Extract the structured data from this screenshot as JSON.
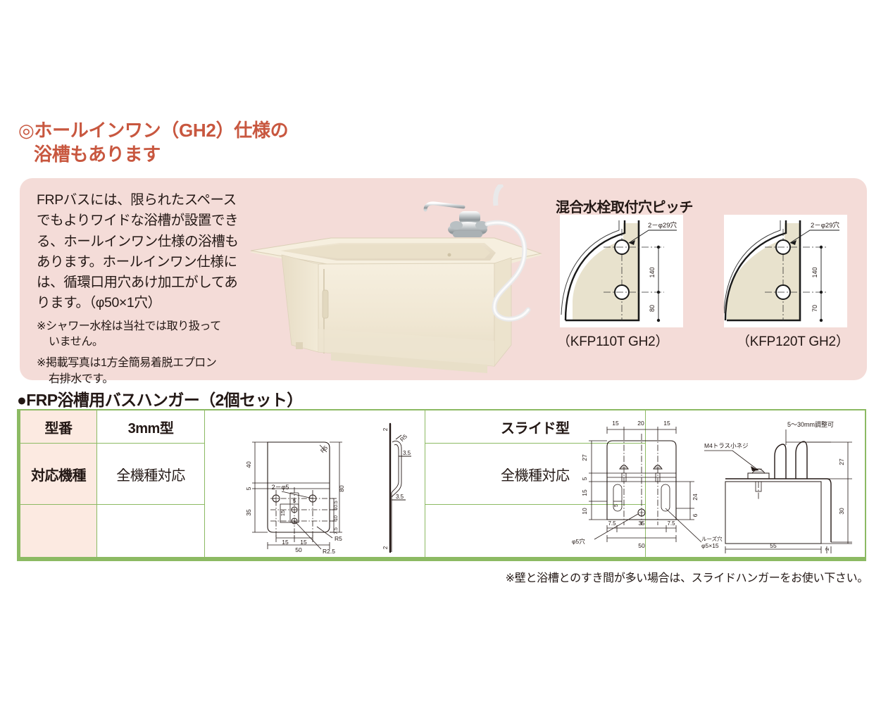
{
  "heading": {
    "marker": "◎",
    "line1": "ホールインワン（GH2）仕様の",
    "line2": "浴槽もあります"
  },
  "gh2_panel": {
    "body": "FRPバスには、限られたスペースでもよりワイドな浴槽が設置できる、ホールインワン仕様の浴槽もあります。ホールインワン仕様には、循環口用穴あけ加工がしてあります。（φ50×1穴）",
    "note1_line1": "※シャワー水栓は当社では取り扱って",
    "note1_line2": "いません。",
    "note2_line1": "※掲載写真は1方全簡易着脱エプロン",
    "note2_line2": "右排水です。",
    "photo_alt": "FRP浴槽（ホールインワン仕様）写真"
  },
  "pitch": {
    "title": "混合水栓取付穴ピッチ",
    "figures": [
      {
        "caption": "（KFP110T GH2）",
        "hole_label": "2－φ29穴",
        "dim_upper": "140",
        "dim_lower": "80"
      },
      {
        "caption": "（KFP120T GH2）",
        "hole_label": "2－φ29穴",
        "dim_upper": "140",
        "dim_lower": "70"
      }
    ]
  },
  "hanger": {
    "heading": "●FRP浴槽用バスハンガー（2個セット）",
    "rows": [
      {
        "header": "型番",
        "type_a": "3mm型",
        "type_b": "スライド型"
      },
      {
        "header": "対応機種",
        "type_a": "全機種対応",
        "type_b": "全機種対応"
      },
      {
        "header": "",
        "type_a": "",
        "type_b": ""
      }
    ],
    "footnote": "※壁と浴槽とのすき間が多い場合は、スライドハンガーをお使い下さい。",
    "drawing_3mm": {
      "dim_40": "40",
      "dim_5": "5",
      "dim_35": "35",
      "dim_80": "80",
      "hole_label": "2－φ5",
      "dim_15a": "15",
      "dim_15b": "15",
      "dim_50": "50",
      "dim_5inner": "5",
      "dim_15inner": "15",
      "r5_corner": "R5",
      "r5_lead": "R5",
      "r25_lead": "R2.5",
      "dim_75": "7.5",
      "dim_10": "10",
      "dim_105": "10.5",
      "side_t_top": "2",
      "side_t_bot": "2",
      "side_r5": "R5",
      "side_35a": "3.5",
      "side_35b": "3.5"
    },
    "drawing_slide": {
      "dim_15l": "15",
      "dim_20": "20",
      "dim_15r": "15",
      "dim_27": "27",
      "dim_5": "5",
      "dim_15": "15",
      "dim_10": "10",
      "dim_24": "24",
      "dim_6": "6",
      "dim_75l": "7.5",
      "dim_35": "35",
      "dim_75r": "7.5",
      "dim_50": "50",
      "label_hole": "φ5穴",
      "label_loose": "ルーズ穴",
      "label_loose2": "φ5×15",
      "label_adjust": "5〜30mm調整可",
      "label_screw": "M4トラス小ネジ",
      "dim_27r": "27",
      "dim_30": "30",
      "dim_55": "55",
      "dim_2": "2"
    }
  },
  "colors": {
    "heading": "#c8573f",
    "panel_bg": "#f4dcd8",
    "table_border": "#8cba63",
    "table_header_bg": "#fceae1",
    "tub_body": "#f1e8d4",
    "diagram_fill": "#e8e2cd"
  }
}
